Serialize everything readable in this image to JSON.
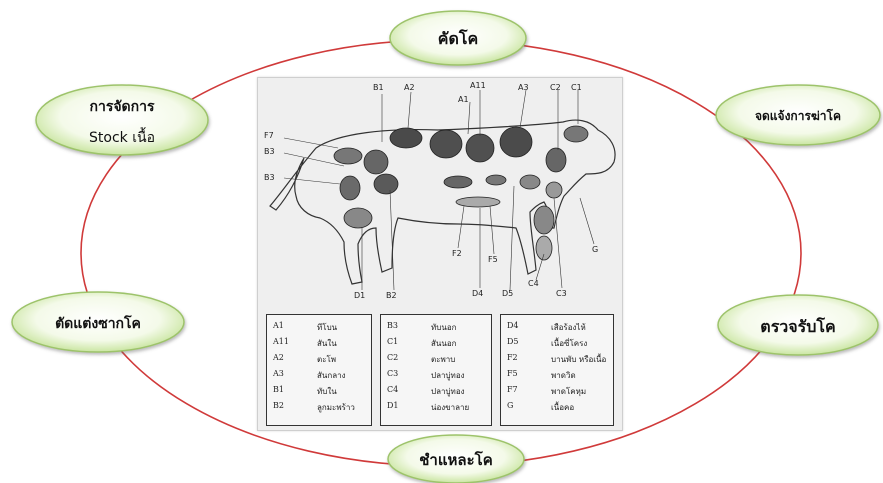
{
  "process_nodes": {
    "select_cattle": "คัดโค",
    "notify_slaughter": "จดแจ้งการฆ่าโค",
    "receive_inspect": "ตรวจรับโค",
    "dismember": "ชำแหละโค",
    "trim_carcass": "ตัดแต่งซากโค",
    "stock_manage_line1": "การจัดการ",
    "stock_manage_line2": "Stock เนื้อ"
  },
  "cut_labels": {
    "B1": "B1",
    "A2": "A2",
    "A11": "A11",
    "A1": "A1",
    "A3": "A3",
    "C2": "C2",
    "C1": "C1",
    "F7": "F7",
    "B3a": "B3",
    "B3b": "B3",
    "F2": "F2",
    "F5": "F5",
    "D1": "D1",
    "B2": "B2",
    "D4": "D4",
    "D5": "D5",
    "C4": "C4",
    "C3": "C3",
    "G": "G"
  },
  "legend": {
    "col1": [
      {
        "code": "A1",
        "name": "ทีโบน"
      },
      {
        "code": "A11",
        "name": "สันใน"
      },
      {
        "code": "A2",
        "name": "ตะโพ"
      },
      {
        "code": "A3",
        "name": "สันกลาง"
      },
      {
        "code": "B1",
        "name": "ทับใน"
      },
      {
        "code": "B2",
        "name": "ลูกมะพร้าว"
      }
    ],
    "col2": [
      {
        "code": "B3",
        "name": "ทับนอก"
      },
      {
        "code": "C1",
        "name": "สันนอก"
      },
      {
        "code": "C2",
        "name": "ตะพาบ"
      },
      {
        "code": "C3",
        "name": "ปลาบู่ทอง"
      },
      {
        "code": "C4",
        "name": "ปลาบู่ทอง"
      },
      {
        "code": "D1",
        "name": "น่องขาลาย"
      }
    ],
    "col3": [
      {
        "code": "D4",
        "name": "เสือร้องไห้"
      },
      {
        "code": "D5",
        "name": "เนื้อซี่โครง"
      },
      {
        "code": "F2",
        "name": "บานพับ หรือเนื้อ"
      },
      {
        "code": "F5",
        "name": "พาดวิด"
      },
      {
        "code": "F7",
        "name": "พาดโคหุม"
      },
      {
        "code": "G",
        "name": "เนื้อคอ"
      }
    ]
  },
  "colors": {
    "cycle_ring": "#d03a3a",
    "node_fill_center": "#ffffff",
    "node_fill_edge": "#cde8a8",
    "node_border": "#9dc36b"
  }
}
